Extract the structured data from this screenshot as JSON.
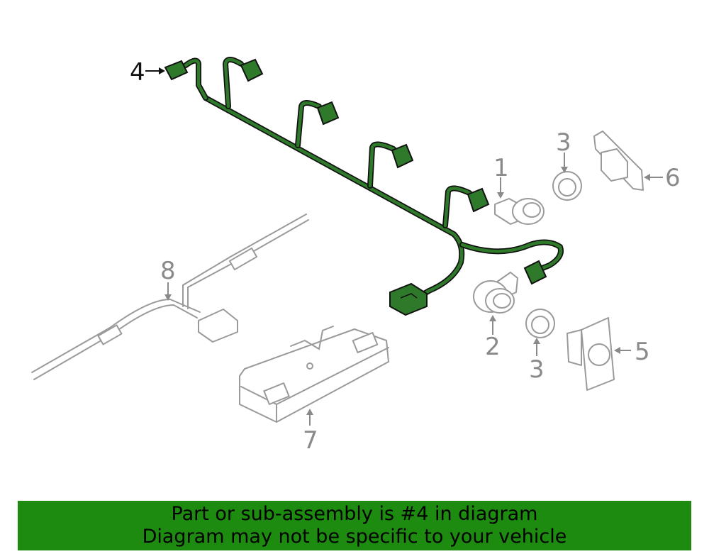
{
  "callouts": {
    "c1": "1",
    "c2": "2",
    "c3a": "3",
    "c3b": "3",
    "c4": "4",
    "c5": "5",
    "c6": "6",
    "c7": "7",
    "c8": "8"
  },
  "banner": {
    "line1": "Part or sub-assembly is #4 in diagram",
    "line2": "Diagram may not be specific to your vehicle"
  },
  "colors": {
    "highlight": "#2f7a2a",
    "banner": "#1d8a10",
    "line": "#9a9a9a"
  }
}
